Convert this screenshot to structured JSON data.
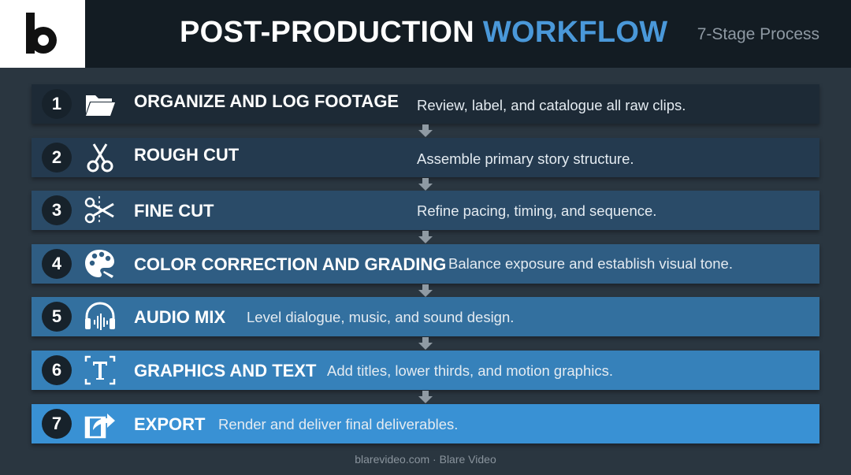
{
  "header": {
    "title_main": "POST-PRODUCTION",
    "title_accent": "WORKFLOW",
    "subtitle": "7-Stage Process",
    "logo_icon": "blare-b-logo"
  },
  "steps": [
    {
      "number": "1",
      "title": "ORGANIZE AND LOG FOOTAGE",
      "description": "Review, label, and catalogue all raw clips.",
      "icon": "folder-icon",
      "color": "#1d2a36"
    },
    {
      "number": "2",
      "title": "ROUGH CUT",
      "description": "Assemble primary story structure.",
      "icon": "scissors-icon",
      "color": "#243a4f"
    },
    {
      "number": "3",
      "title": "FINE CUT",
      "description": "Refine pacing, timing, and sequence.",
      "icon": "precision-scissors-icon",
      "color": "#2a4b68"
    },
    {
      "number": "4",
      "title": "COLOR CORRECTION AND GRADING",
      "description": "Balance exposure and establish visual tone.",
      "icon": "palette-icon",
      "color": "#2f5d83"
    },
    {
      "number": "5",
      "title": "AUDIO MIX",
      "description": "Level dialogue, music, and sound design.",
      "icon": "headphones-icon",
      "color": "#33709f"
    },
    {
      "number": "6",
      "title": "GRAPHICS AND TEXT",
      "description": "Add titles, lower thirds, and motion graphics.",
      "icon": "text-frame-icon",
      "color": "#3681ba"
    },
    {
      "number": "7",
      "title": "EXPORT",
      "description": "Render and deliver final deliverables.",
      "icon": "export-icon",
      "color": "#3991d4"
    }
  ],
  "footer": {
    "text": "blarevideo.com · Blare Video"
  },
  "colors": {
    "accent": "#4a98d9",
    "header_bg": "#131c23",
    "page_bg": "#2a3640"
  }
}
